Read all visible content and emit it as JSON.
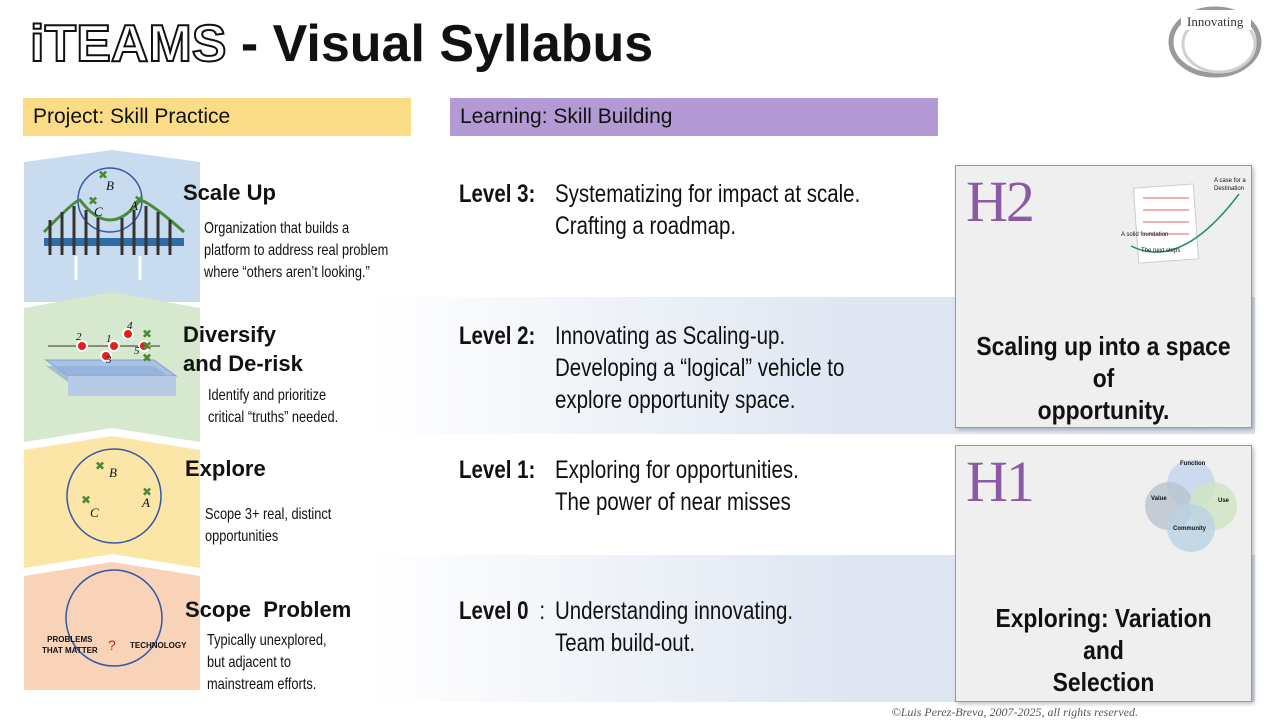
{
  "title": {
    "brand": "iTEAMS",
    "rest": " - Visual Syllabus"
  },
  "logo": {
    "text": "Innovating",
    "icon": "ring-logo"
  },
  "headers": {
    "left": "Project: Skill Practice",
    "right": "Learning: Skill Building"
  },
  "stages": [
    {
      "title": "Scale Up",
      "desc": [
        "Organization that builds a",
        "platform to address real problem",
        "where “others aren’t looking.”"
      ],
      "color": "#c9dcef",
      "icon": "bridge-icon"
    },
    {
      "title_lines": [
        "Diversify",
        "and De-risk"
      ],
      "desc": [
        "Identify and prioritize",
        "critical “truths” needed."
      ],
      "color": "#d6e8cd",
      "icon": "platform-icon"
    },
    {
      "title": "Explore",
      "desc": [
        "Scope 3+ real, distinct",
        "opportunities"
      ],
      "color": "#fbe6a8",
      "icon": "circle-points-icon"
    },
    {
      "title": "Scope  Problem",
      "desc": [
        "Typically unexplored,",
        "but adjacent to",
        "mainstream  efforts."
      ],
      "color": "#f8d3b8",
      "icon": "circle-problem-icon"
    }
  ],
  "diagram_labels": {
    "scale_up": [
      "B",
      "C",
      "A"
    ],
    "diversify": [
      "2",
      "1",
      "4",
      "3",
      "5"
    ],
    "explore": [
      "B",
      "C",
      "A"
    ],
    "problem": [
      "PROBLEMS",
      "THAT MATTER",
      "?",
      "TECHNOLOGY"
    ]
  },
  "levels": [
    {
      "label": "Level 3:",
      "lines": [
        "Systematizing for impact at scale.",
        "Crafting a roadmap."
      ]
    },
    {
      "label": "Level 2:",
      "lines": [
        "Innovating as Scaling-up.",
        "Developing a “logical” vehicle to",
        "explore opportunity space."
      ]
    },
    {
      "label": "Level 1:",
      "lines": [
        "Exploring for opportunities.",
        "The power of near misses"
      ]
    },
    {
      "label": "Level 0",
      "sep": ":",
      "lines": [
        "Understanding innovating.",
        "Team build-out."
      ]
    }
  ],
  "boxes": [
    {
      "heading": "H2",
      "caption": [
        "Scaling up into a space of",
        "opportunity."
      ],
      "thumb_labels": [
        "A case for a",
        "Destination",
        "A solid foundation",
        "The next steps"
      ]
    },
    {
      "heading": "H1",
      "caption": [
        "Exploring: Variation and",
        "Selection"
      ],
      "venn_labels": [
        "Function",
        "Value",
        "Use",
        "Community"
      ]
    }
  ],
  "copyright": "©Luis Perez-Breva, 2007-2025, all rights reserved.",
  "colors": {
    "project_header": "#fbdc86",
    "learning_header": "#b39ad4",
    "band": "#dfe6f2",
    "h_purple": "#8b5aa3"
  }
}
